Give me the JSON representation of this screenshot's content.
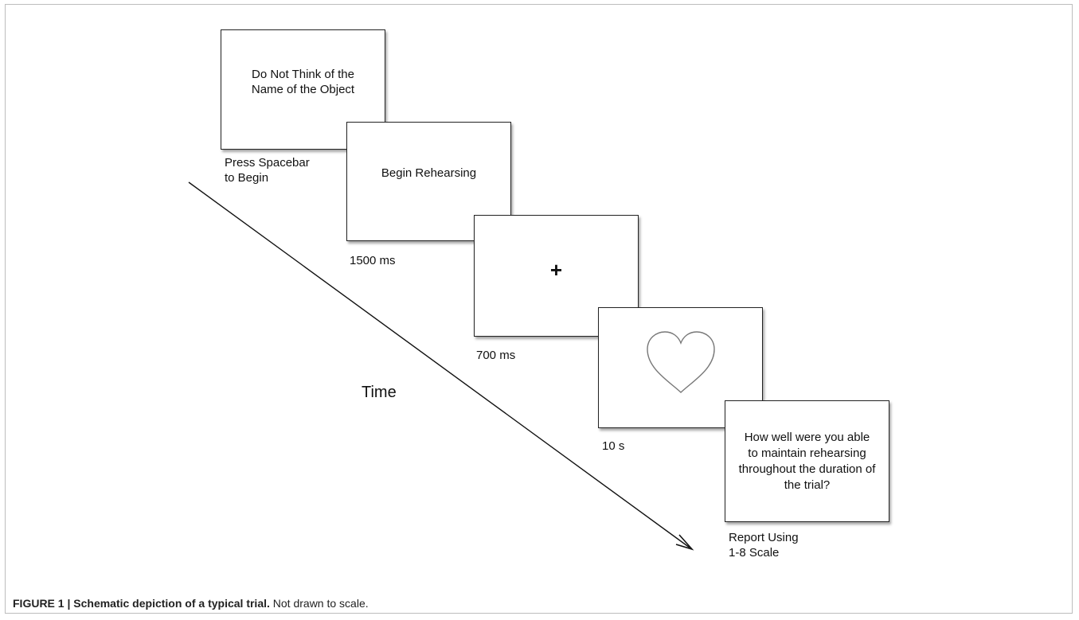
{
  "screens": [
    {
      "text": "Do Not Think of the\nName of the Object",
      "duration_label": "Press Spacebar\nto Begin"
    },
    {
      "text": "Begin Rehearsing",
      "duration_label": "1500 ms"
    },
    {
      "text": "+",
      "duration_label": "700 ms"
    },
    {
      "text": "",
      "icon": "heart-outline",
      "duration_label": "10 s"
    },
    {
      "text": "How well were you able\nto maintain rehearsing\nthroughout the duration of\nthe trial?",
      "duration_label": "Report Using\n1-8 Scale"
    }
  ],
  "time_label": "Time",
  "caption": {
    "bold": "FIGURE 1 | Schematic depiction of a typical trial.",
    "normal": " Not drawn to scale."
  }
}
